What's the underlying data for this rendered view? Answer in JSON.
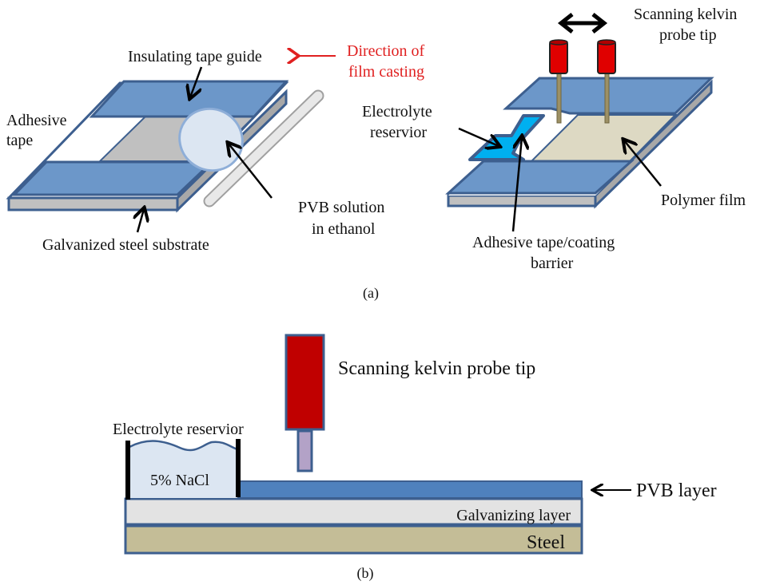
{
  "panel_a": {
    "caption": "(a)",
    "left_labels": {
      "insulating_tape_guide": "Insulating tape guide",
      "adhesive_tape_line1": "Adhesive",
      "adhesive_tape_line2": "tape",
      "galvanized_steel_substrate": "Galvanized steel substrate",
      "pvb_solution_line1": "PVB solution",
      "pvb_solution_line2": "in ethanol",
      "direction_line1": "Direction of",
      "direction_line2": "film casting"
    },
    "right_labels": {
      "skp_tip_line1": "Scanning kelvin",
      "skp_tip_line2": "probe tip",
      "electrolyte_line1": "Electrolyte",
      "electrolyte_line2": "reservior",
      "polymer_film": "Polymer film",
      "barrier_line1": "Adhesive tape/coating",
      "barrier_line2": "barrier"
    }
  },
  "panel_b": {
    "caption": "(b)",
    "skp_tip": "Scanning kelvin probe tip",
    "electrolyte_reservoir": "Electrolyte reservior",
    "nacl": "5% NaCl",
    "pvb_layer": "PVB layer",
    "galvanizing_layer": "Galvanizing layer",
    "steel": "Steel"
  },
  "colors": {
    "tape_blue": "#6c97c9",
    "outline_blue": "#3d5f8f",
    "substrate_gray": "#c0c0c0",
    "probe_red": "#c00000",
    "probe_stem_lilac": "#b3a2c7",
    "polymer_beige": "#ddd9c3",
    "electrolyte_cyan": "#00b0f0",
    "steel_khaki": "#c4bd97",
    "galv_light": "#e3e3e3",
    "pvb_blue": "#4f81bd",
    "nacl_fill": "#dce6f2",
    "red_text": "#e02020"
  }
}
